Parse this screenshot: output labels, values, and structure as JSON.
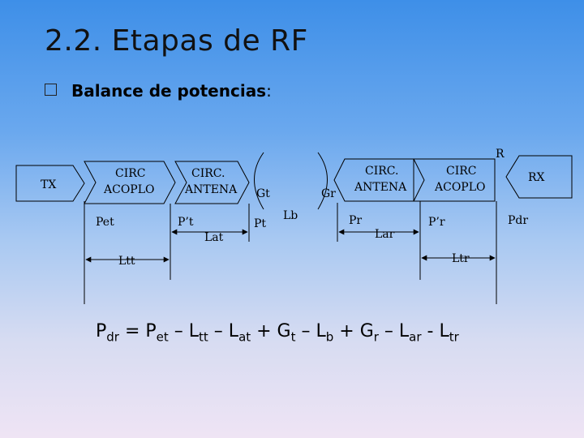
{
  "title": "2.2. Etapas de RF",
  "subtitle": {
    "bold": "Balance de potencias",
    "rest": ":"
  },
  "blocks": {
    "tx": "TX",
    "circ_acoplo_tx": [
      "CIRC",
      "ACOPLO"
    ],
    "circ_antena_tx": [
      "CIRC.",
      "ANTENA"
    ],
    "circ_antena_rx": [
      "CIRC.",
      "ANTENA"
    ],
    "circ_acoplo_rx": [
      "CIRC",
      "ACOPLO"
    ],
    "rx": "RX"
  },
  "labels": {
    "pet": "Pet",
    "pt_prime": "P’t",
    "lat": "Lat",
    "gt": "Gt",
    "pt": "Pt",
    "lb": "Lb",
    "gr": "Gr",
    "pr": "Pr",
    "lar": "Lar",
    "pr_prime": "P’r",
    "pdr": "Pdr",
    "ltt": "Ltt",
    "ltr": "Ltr",
    "r": "R"
  },
  "formula": [
    {
      "t": "P"
    },
    {
      "s": "dr"
    },
    {
      "t": " = P"
    },
    {
      "s": "et"
    },
    {
      "t": " – L"
    },
    {
      "s": "tt"
    },
    {
      "t": " – L"
    },
    {
      "s": "at"
    },
    {
      "t": " + G"
    },
    {
      "s": "t"
    },
    {
      "t": " – L"
    },
    {
      "s": "b"
    },
    {
      "t": " + G"
    },
    {
      "s": "r"
    },
    {
      "t": " – L"
    },
    {
      "s": "ar"
    },
    {
      "t": " - L"
    },
    {
      "s": "tr"
    }
  ],
  "colors": {
    "stroke": "#000000",
    "bullet": "#222222"
  }
}
